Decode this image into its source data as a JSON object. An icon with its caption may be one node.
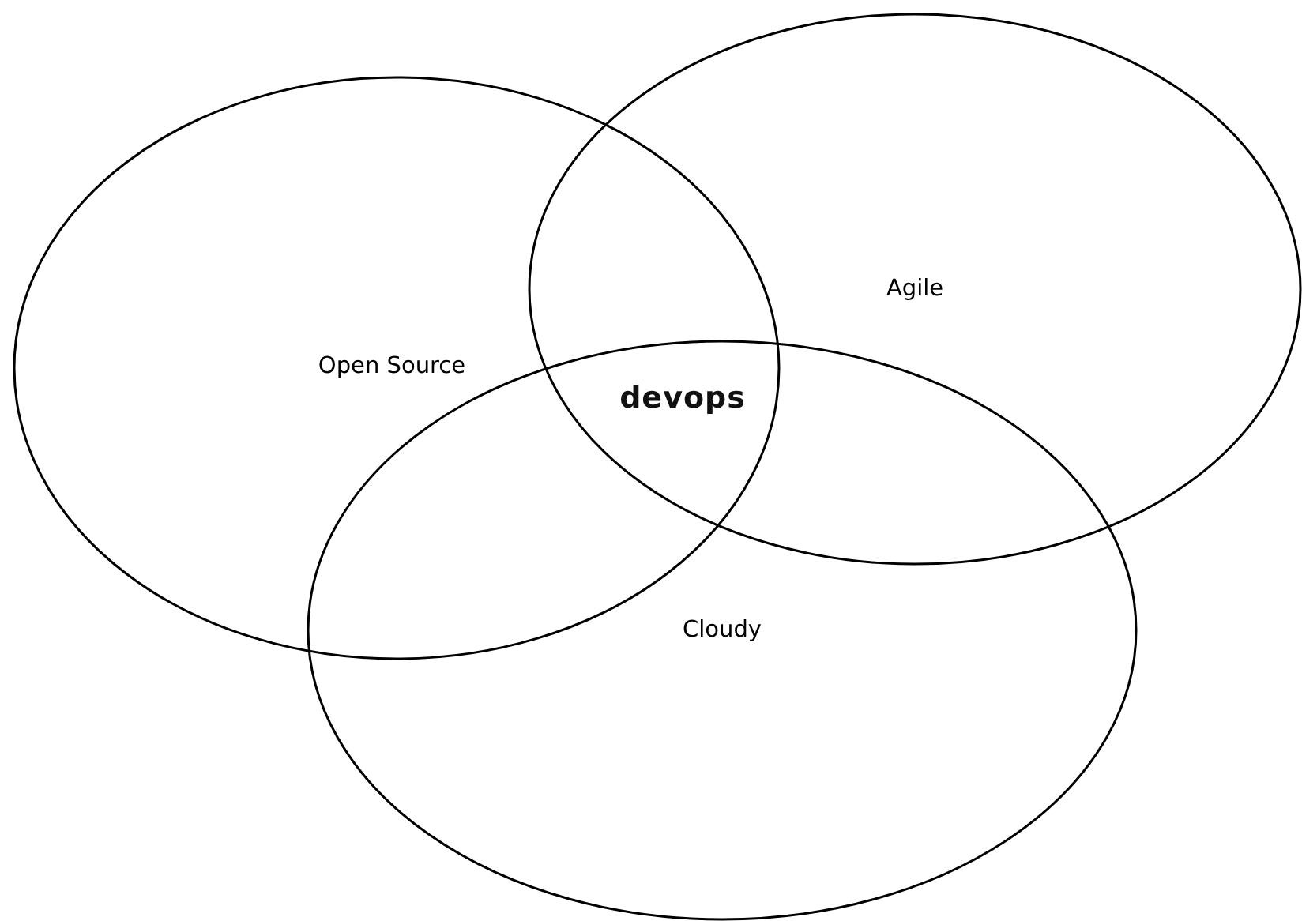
{
  "diagram": {
    "nodes": [
      {
        "text": [
          "Open Source"
        ]
      },
      {
        "text": [
          "Agile"
        ]
      },
      {
        "text": [
          "Cloudy"
        ]
      }
    ],
    "labels": [
      "devops"
    ]
  }
}
